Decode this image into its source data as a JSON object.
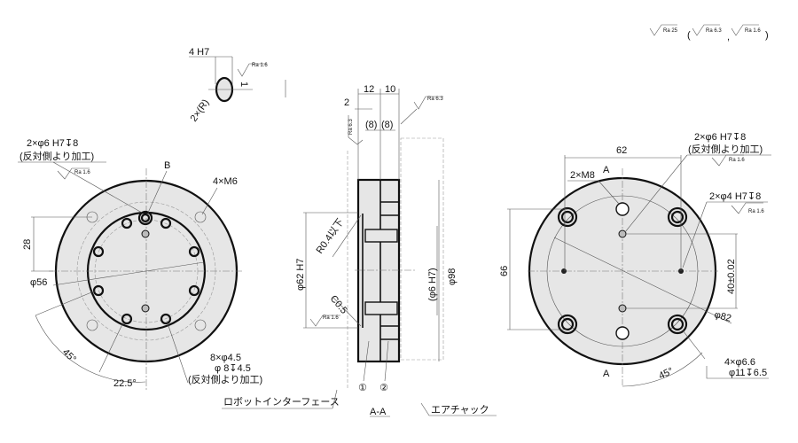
{
  "colors": {
    "part_fill": "#e6e6e6",
    "line": "#111111"
  },
  "roughness_legend": {
    "main": "Ra 25",
    "open": "(",
    "a": "Ra 6.3",
    "comma": ",",
    "b": "Ra 1.6",
    "close": ")"
  },
  "slot_detail": {
    "width": "4 H7",
    "ra": "Ra 1.6",
    "radius": "2×(R)",
    "depth": "1"
  },
  "left_view": {
    "pin_hole": "2×φ6 H7↧8",
    "pin_hole_note": "(反対側より加工)",
    "pin_ra": "Ra 1.6",
    "b_label": "B",
    "m6": "4×M6",
    "dim_28": "28",
    "dim_56": "φ56",
    "angle_45": "45°",
    "angle_22": "22.5°",
    "holes_1": "8×φ4.5",
    "holes_2": "φ 8↧4.5",
    "holes_3": "(反対側より加工)"
  },
  "section_view": {
    "dim_12": "12",
    "dim_10": "10",
    "dim_2": "2",
    "dim_8a": "(8)",
    "dim_8b": "(8)",
    "ra_top": "Ra 6.3",
    "ra_side": "Ra 6.3",
    "r04": "R0.4以下",
    "phi62": "φ62 H7",
    "c05": "C0.5",
    "ra_bottom": "Ra 1.6",
    "phi6": "(φ6 H7)",
    "phi98": "φ98",
    "part1": "①",
    "part2": "②",
    "robot_interface": "ロボットインターフェース",
    "section_label": "A-A",
    "air_chuck": "エアチャック"
  },
  "right_view": {
    "dim_62": "62",
    "pin_hole": "2×φ6 H7↧8",
    "pin_hole_note": "(反対側より加工)",
    "pin_ra": "Ra 1.6",
    "a_top": "A",
    "a_bottom": "A",
    "m8": "2×M8",
    "phi4": "2×φ4 H7↧8",
    "phi4_ra": "Ra 1.6",
    "dim_66": "66",
    "dim_40": "40±0.02",
    "phi82": "φ82",
    "angle_45": "45°",
    "cbore_1": "4×φ6.6",
    "cbore_2": "φ11↧6.5"
  }
}
